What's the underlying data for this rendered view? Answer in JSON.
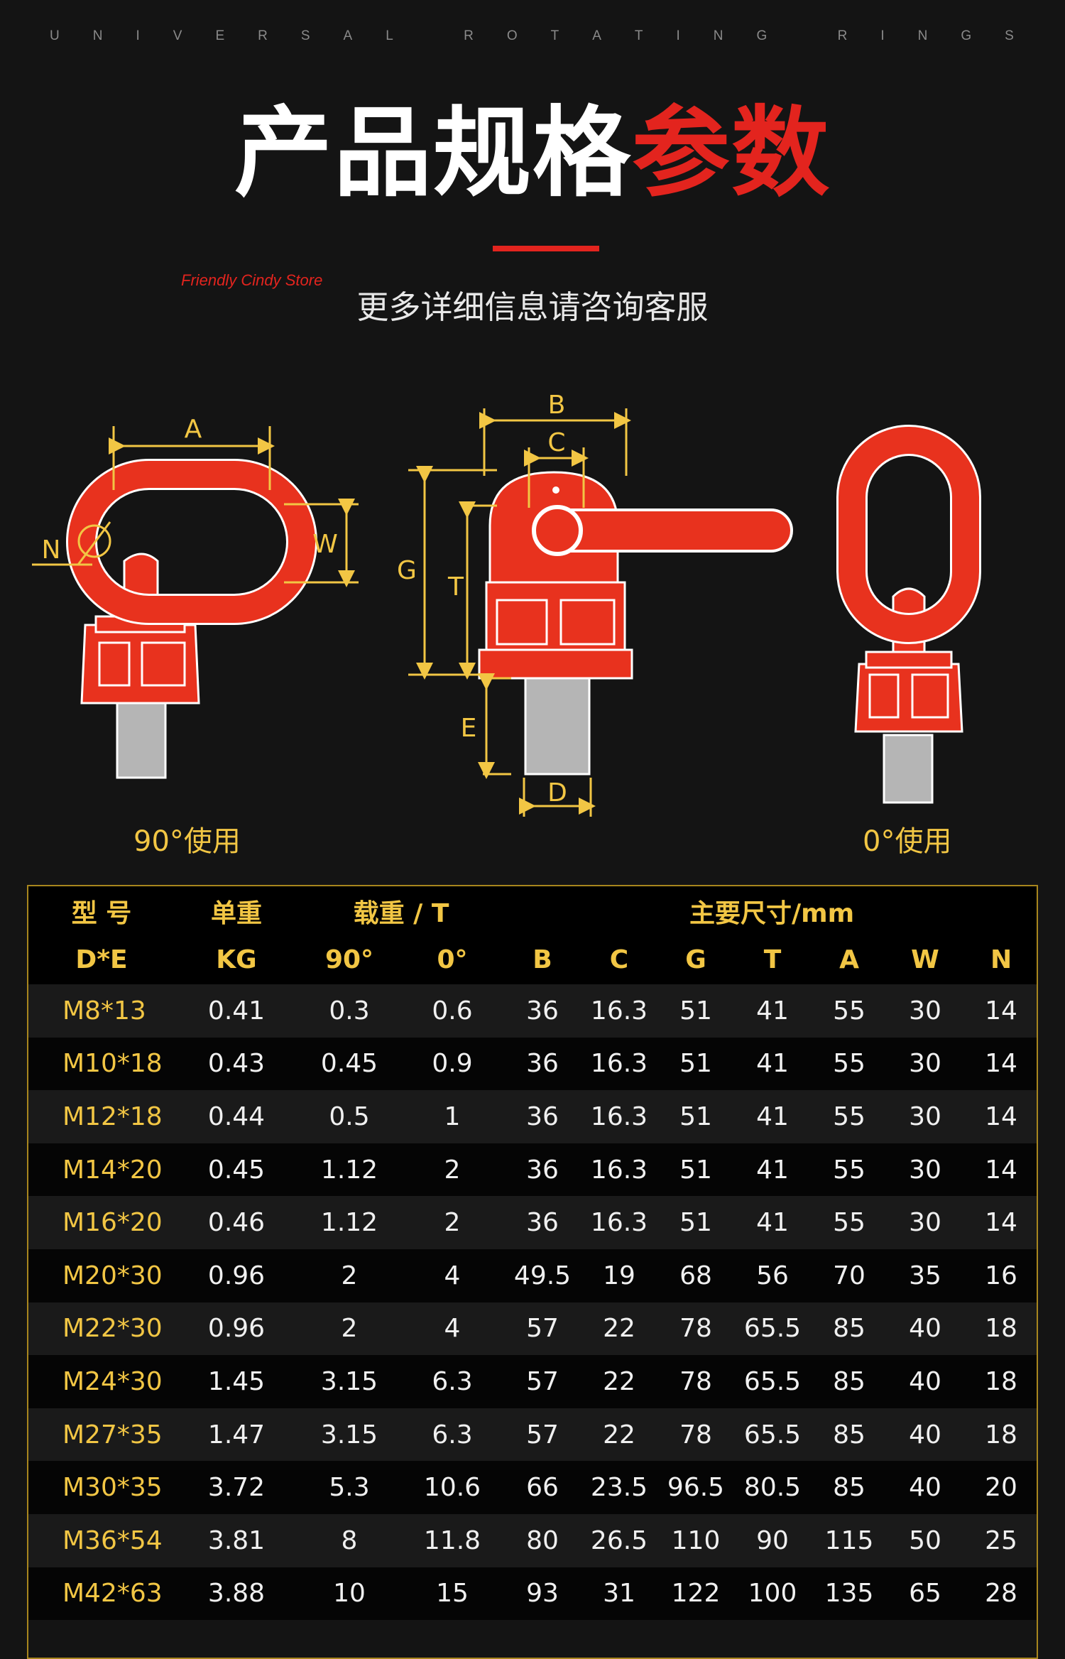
{
  "header": {
    "tagline_letters": [
      "U",
      "N",
      "I",
      "V",
      "E",
      "R",
      "S",
      "A",
      "L",
      "",
      "R",
      "O",
      "T",
      "A",
      "T",
      "I",
      "N",
      "G",
      "",
      "R",
      "I",
      "N",
      "G",
      "S"
    ],
    "title_white": "产品规格",
    "title_red": "参数",
    "store_name": "Friendly Cindy Store",
    "subtitle": "更多详细信息请咨询客服"
  },
  "diagram": {
    "labels": {
      "A": "A",
      "W": "W",
      "N": "N",
      "B": "B",
      "C": "C",
      "G": "G",
      "T": "T",
      "E": "E",
      "D": "D"
    },
    "usage_90": "90°使用",
    "usage_0": "0°使用"
  },
  "colors": {
    "accent_red": "#e3241e",
    "gold": "#f2c644",
    "background": "#141414"
  },
  "table": {
    "header_row1": {
      "model": "型 号",
      "weight": "单重",
      "load": "载重 / T",
      "dims": "主要尺寸/mm"
    },
    "header_row2": [
      "D*E",
      "KG",
      "90°",
      "0°",
      "B",
      "C",
      "G",
      "T",
      "A",
      "W",
      "N"
    ],
    "rows": [
      [
        "M8*13",
        "0.41",
        "0.3",
        "0.6",
        "36",
        "16.3",
        "51",
        "41",
        "55",
        "30",
        "14"
      ],
      [
        "M10*18",
        "0.43",
        "0.45",
        "0.9",
        "36",
        "16.3",
        "51",
        "41",
        "55",
        "30",
        "14"
      ],
      [
        "M12*18",
        "0.44",
        "0.5",
        "1",
        "36",
        "16.3",
        "51",
        "41",
        "55",
        "30",
        "14"
      ],
      [
        "M14*20",
        "0.45",
        "1.12",
        "2",
        "36",
        "16.3",
        "51",
        "41",
        "55",
        "30",
        "14"
      ],
      [
        "M16*20",
        "0.46",
        "1.12",
        "2",
        "36",
        "16.3",
        "51",
        "41",
        "55",
        "30",
        "14"
      ],
      [
        "M20*30",
        "0.96",
        "2",
        "4",
        "49.5",
        "19",
        "68",
        "56",
        "70",
        "35",
        "16"
      ],
      [
        "M22*30",
        "0.96",
        "2",
        "4",
        "57",
        "22",
        "78",
        "65.5",
        "85",
        "40",
        "18"
      ],
      [
        "M24*30",
        "1.45",
        "3.15",
        "6.3",
        "57",
        "22",
        "78",
        "65.5",
        "85",
        "40",
        "18"
      ],
      [
        "M27*35",
        "1.47",
        "3.15",
        "6.3",
        "57",
        "22",
        "78",
        "65.5",
        "85",
        "40",
        "18"
      ],
      [
        "M30*35",
        "3.72",
        "5.3",
        "10.6",
        "66",
        "23.5",
        "96.5",
        "80.5",
        "85",
        "40",
        "20"
      ],
      [
        "M36*54",
        "3.81",
        "8",
        "11.8",
        "80",
        "26.5",
        "110",
        "90",
        "115",
        "50",
        "25"
      ],
      [
        "M42*63",
        "3.88",
        "10",
        "15",
        "93",
        "31",
        "122",
        "100",
        "135",
        "65",
        "28"
      ]
    ]
  }
}
